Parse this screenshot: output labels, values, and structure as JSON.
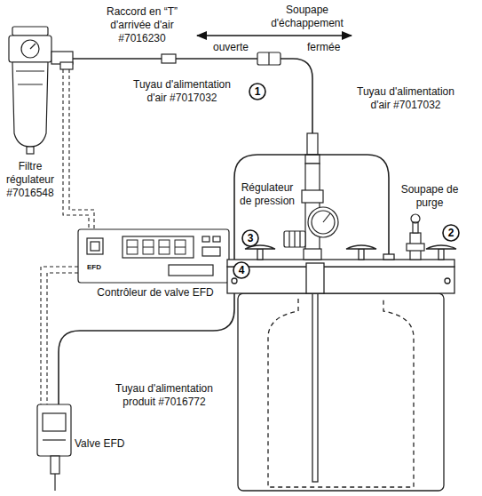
{
  "diagram": {
    "labels": [
      "Soupape d'échappement",
      "ouverte",
      "fermée",
      "Raccord en “T” d'arrivée d'air #7016230",
      "Tuyau d'alimentation d'air #7017032",
      "1",
      "Tuyau d'alimentation d'air #7017032",
      "Filtre régulateur #7016548",
      "Régulateur de pression",
      "Soupape de purge",
      "3",
      "2",
      "4",
      "EFD",
      "Contrôleur de valve EFD",
      "Tuyau d'alimentation produit #7016772",
      "Valve EFD"
    ]
  }
}
